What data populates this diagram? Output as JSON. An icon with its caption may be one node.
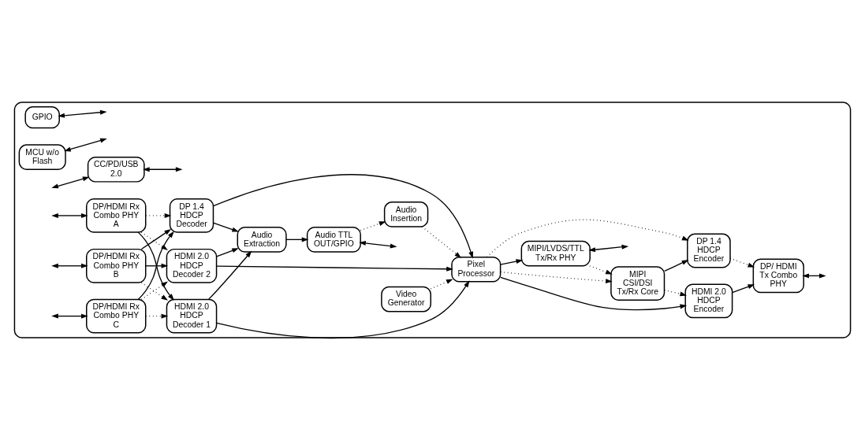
{
  "diagram": {
    "nodes": [
      {
        "text": [],
        "shape": "box"
      },
      {
        "text": [
          "CC/PD/USB 2.0"
        ],
        "in": 0
      },
      {
        "text": [
          "DP/HDMI Rx Combo PHY A"
        ],
        "in": 0
      },
      {
        "text": [
          "DP/HDMI Rx Combo PHY B"
        ],
        "in": 0
      },
      {
        "text": [
          "DP/HDMI Rx Combo PHY C"
        ],
        "in": 0
      },
      {
        "text": [
          "HDMI 2.0 HDCP Decoder 1"
        ],
        "in": 0
      },
      {
        "text": [
          "HDMI 2.0 HDCP Decoder 2"
        ],
        "in": 0
      },
      {
        "text": [
          "DP 1.4 HDCP Decoder"
        ],
        "in": 0
      },
      {
        "text": [
          "Video Generator"
        ],
        "in": 0
      },
      {
        "text": [
          "Pixel Processor"
        ],
        "in": 0
      },
      {
        "text": [
          "Audio Extraction"
        ],
        "in": 0
      },
      {
        "text": [
          "Audio Insertion"
        ],
        "in": 0
      },
      {
        "text": [
          "Audio TTL OUT/GPIO"
        ],
        "in": 0
      },
      {
        "text": [
          "HDMI 2.0 HDCP Encoder"
        ],
        "in": 0
      },
      {
        "text": [
          "DP 1.4 HDCP Encoder"
        ],
        "in": 0
      },
      {
        "text": [
          "MIPI CSI/DSI Tx/Rx Core"
        ],
        "in": 0
      },
      {
        "text": [
          "DP/ HDMI Tx Combo PHY"
        ],
        "in": 0
      },
      {
        "text": [
          "MIPI/LVDS/TTL Tx/Rx PHY"
        ],
        "in": 0
      },
      {
        "text": [
          "GPIO"
        ],
        "in": 0
      },
      {
        "text": [
          "MCU w/o Flash"
        ],
        "in": 0
      }
    ],
    "edges": [
      {
        "from": null,
        "to": 1,
        "arrow": "both"
      },
      {
        "from": 1,
        "to": null,
        "arrow": "both"
      },
      {
        "from": null,
        "to": 2,
        "arrow": "both"
      },
      {
        "from": null,
        "to": 3,
        "arrow": "both"
      },
      {
        "from": null,
        "to": 4,
        "arrow": "both"
      },
      {
        "from": 2,
        "to": 5,
        "arrow": "to"
      },
      {
        "from": 2,
        "to": 6,
        "arrow": "to",
        "style": "dashed"
      },
      {
        "from": 2,
        "to": 7,
        "arrow": "to",
        "style": "dashed"
      },
      {
        "from": 3,
        "to": 5,
        "arrow": "to",
        "style": "dashed"
      },
      {
        "from": 3,
        "to": 6,
        "arrow": "to"
      },
      {
        "from": 3,
        "to": 7,
        "arrow": "to"
      },
      {
        "from": 4,
        "to": 5,
        "arrow": "to",
        "style": "dashed"
      },
      {
        "from": 4,
        "to": 6,
        "arrow": "to",
        "style": "dashed"
      },
      {
        "from": 4,
        "to": 7,
        "arrow": "to"
      },
      {
        "from": 5,
        "to": 9,
        "arrow": "to"
      },
      {
        "from": 5,
        "to": 10,
        "arrow": "to"
      },
      {
        "from": 6,
        "to": 9,
        "arrow": "to"
      },
      {
        "from": 6,
        "to": 10,
        "arrow": "to"
      },
      {
        "from": 7,
        "to": 9,
        "arrow": "to"
      },
      {
        "from": 7,
        "to": 10,
        "arrow": "to"
      },
      {
        "from": 8,
        "to": 9,
        "arrow": "to",
        "style": "dashed"
      },
      {
        "from": 11,
        "to": 9,
        "arrow": "to",
        "style": "dashed"
      },
      {
        "from": 10,
        "to": 12,
        "arrow": "to"
      },
      {
        "from": 12,
        "to": 11,
        "arrow": "to",
        "style": "dashed"
      },
      {
        "from": 9,
        "to": 13,
        "arrow": "to"
      },
      {
        "from": 9,
        "to": 14,
        "arrow": "to",
        "style": "dashed"
      },
      {
        "from": 9,
        "to": 15,
        "arrow": "to",
        "style": "dashed"
      },
      {
        "from": 9,
        "to": 17,
        "arrow": "to"
      },
      {
        "from": 15,
        "to": 13,
        "arrow": "to",
        "style": "dashed"
      },
      {
        "from": 15,
        "to": 14,
        "arrow": "to"
      },
      {
        "from": 17,
        "to": 15,
        "arrow": "to",
        "style": "dashed"
      },
      {
        "from": 13,
        "to": 16,
        "arrow": "to"
      },
      {
        "from": 14,
        "to": 16,
        "arrow": "to",
        "style": "dashed"
      },
      {
        "from": 16,
        "to": null,
        "arrow": "both"
      },
      {
        "from": 18,
        "to": null,
        "arrow": "both"
      },
      {
        "from": 19,
        "to": null,
        "arrow": "both"
      },
      {
        "from": 12,
        "to": null,
        "arrow": "both"
      },
      {
        "from": 17,
        "to": null,
        "arrow": "both"
      }
    ]
  }
}
